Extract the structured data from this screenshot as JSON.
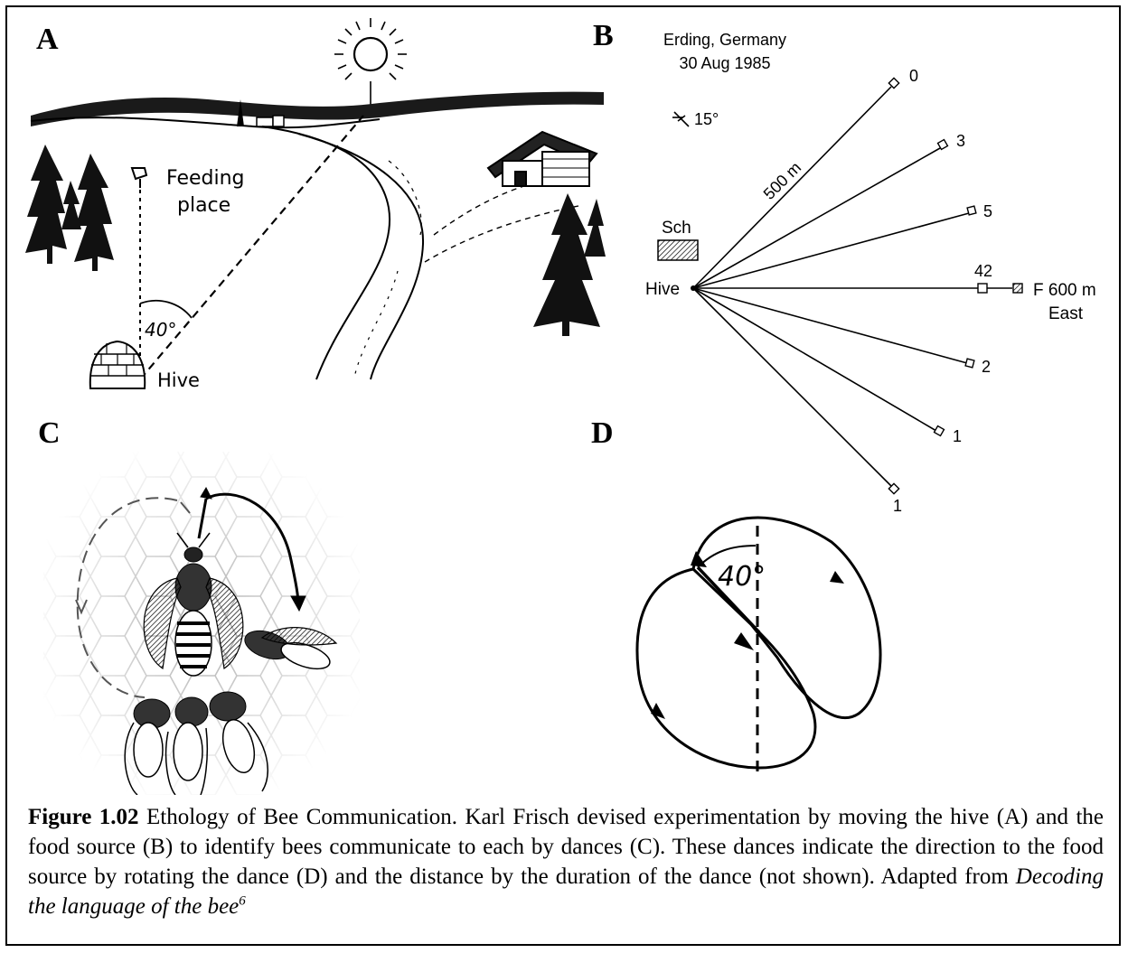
{
  "panels": {
    "a": "A",
    "b": "B",
    "c": "C",
    "d": "D"
  },
  "panel_a": {
    "feeding_line1": "Feeding",
    "feeding_line2": "place",
    "angle": "40°",
    "hive": "Hive"
  },
  "panel_b": {
    "location": "Erding, Germany",
    "date": "30 Aug 1985",
    "wind": "15°",
    "distance": "500 m",
    "sch": "Sch",
    "hive": "Hive",
    "feeder_label": "F 600 m",
    "feeder_dir": "East",
    "counts": [
      "0",
      "3",
      "5",
      "42",
      "2",
      "1",
      "1"
    ]
  },
  "panel_d": {
    "angle": "40°"
  },
  "caption": {
    "label": "Figure 1.02",
    "text": " Ethology of Bee Communication. Karl Frisch devised experimentation by moving the hive (A) and the food source (B) to identify bees communicate to each by dances (C). These dances indicate the direction to the food source by rotating the dance (D) and the distance by the duration of the dance (not shown). Adapted from ",
    "source": "Decoding the language of the bee",
    "ref": "6"
  }
}
